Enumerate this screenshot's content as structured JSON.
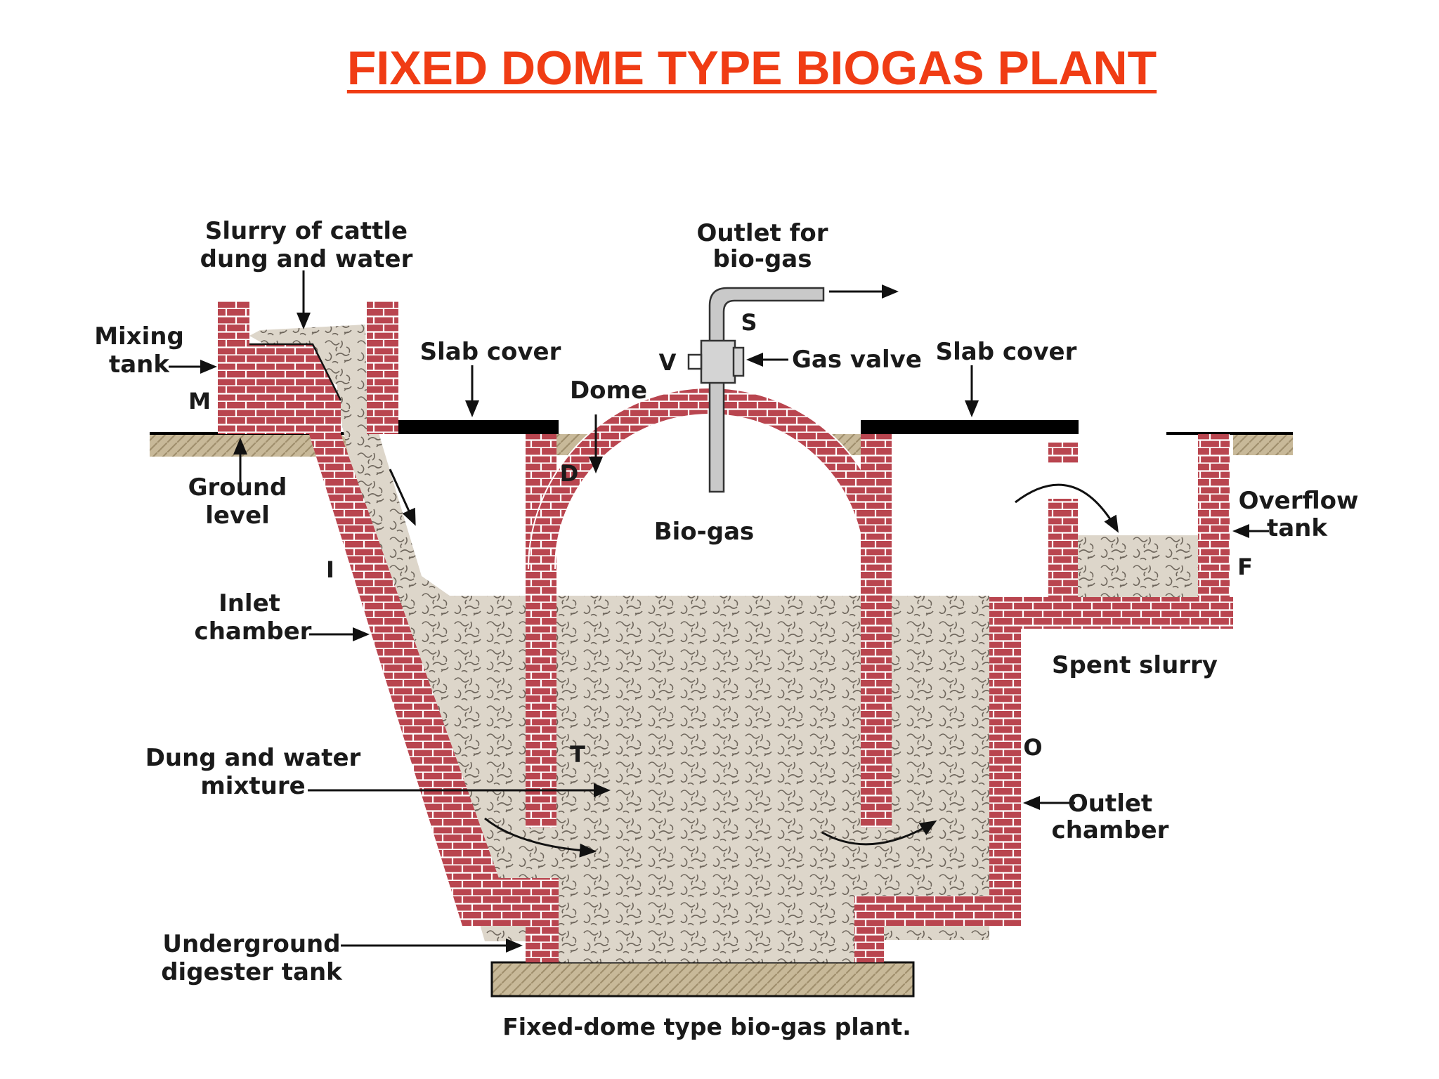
{
  "title": "FIXED DOME TYPE BIOGAS PLANT",
  "caption": "Fixed-dome type bio-gas plant.",
  "labels": {
    "slurry_line1": "Slurry of cattle",
    "slurry_line2": "dung and water",
    "mixing_line1": "Mixing",
    "mixing_line2": "tank",
    "ground_line1": "Ground",
    "ground_line2": "level",
    "inlet_line1": "Inlet",
    "inlet_line2": "chamber",
    "dung_line1": "Dung and water",
    "dung_line2": "mixture",
    "underground_line1": "Underground",
    "underground_line2": "digester tank",
    "slab_cover_left": "Slab cover",
    "slab_cover_right": "Slab cover",
    "outlet_gas_line1": "Outlet for",
    "outlet_gas_line2": "bio-gas",
    "gas_valve": "Gas valve",
    "dome": "Dome",
    "biogas": "Bio-gas",
    "overflow_line1": "Overflow",
    "overflow_line2": "tank",
    "spent_slurry": "Spent slurry",
    "outlet_chamber_line1": "Outlet",
    "outlet_chamber_line2": "chamber"
  },
  "letters": {
    "M": "M",
    "I": "I",
    "D": "D",
    "S": "S",
    "V": "V",
    "T": "T",
    "O": "O",
    "F": "F"
  },
  "colors": {
    "title": "#f03c14",
    "brick": "#b9454f",
    "mortar": "#ffffff",
    "slurry": "#ddd6ca",
    "soil": "#bfae8e",
    "slab": "#000000"
  }
}
